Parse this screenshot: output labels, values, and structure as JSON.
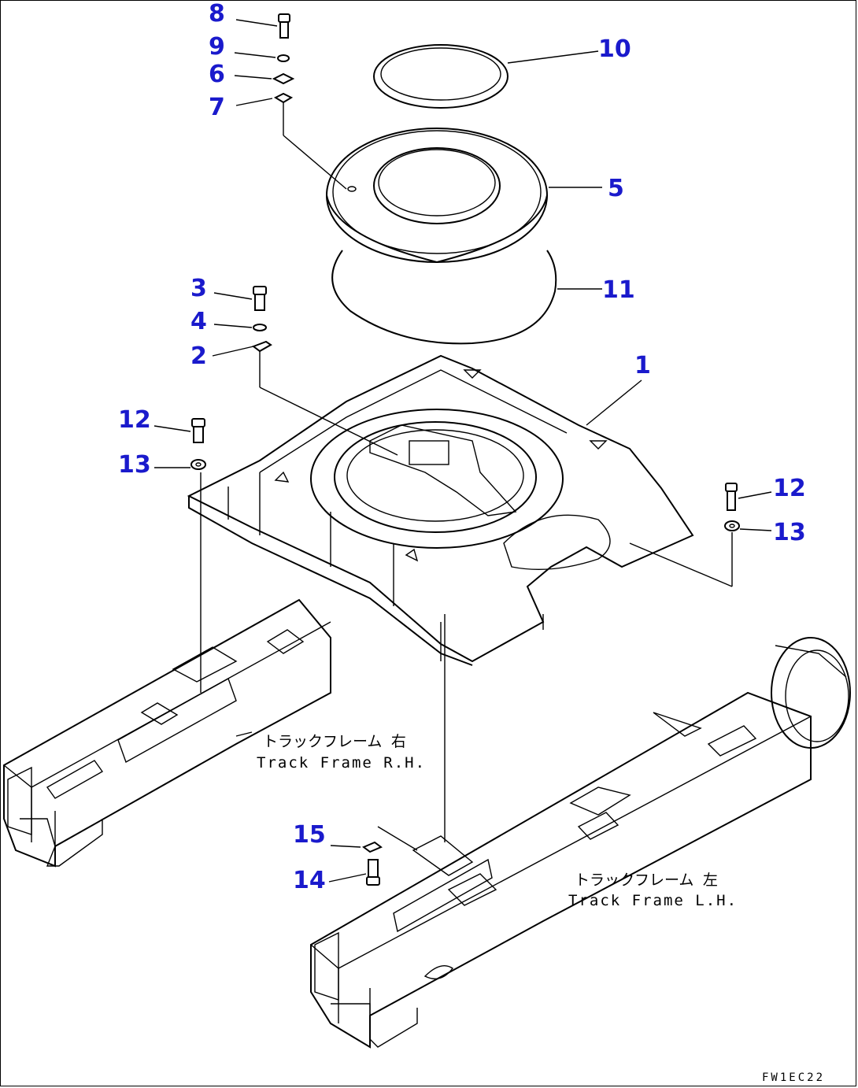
{
  "callouts": {
    "c8": "8",
    "c9": "9",
    "c6": "6",
    "c7": "7",
    "c10": "10",
    "c5": "5",
    "c11": "11",
    "c3": "3",
    "c4": "4",
    "c2": "2",
    "c1": "1",
    "c12a": "12",
    "c13a": "13",
    "c12b": "12",
    "c13b": "13",
    "c15": "15",
    "c14": "14"
  },
  "labels": {
    "track_rh_jp": "トラックフレーム 右",
    "track_rh_en": "Track Frame R.H.",
    "track_lh_jp": "トラックフレーム 左",
    "track_lh_en": "Track Frame L.H."
  },
  "drawing_code": "FW1EC22",
  "colors": {
    "callout": "#1a1acc",
    "line": "#000000",
    "background": "#ffffff"
  }
}
